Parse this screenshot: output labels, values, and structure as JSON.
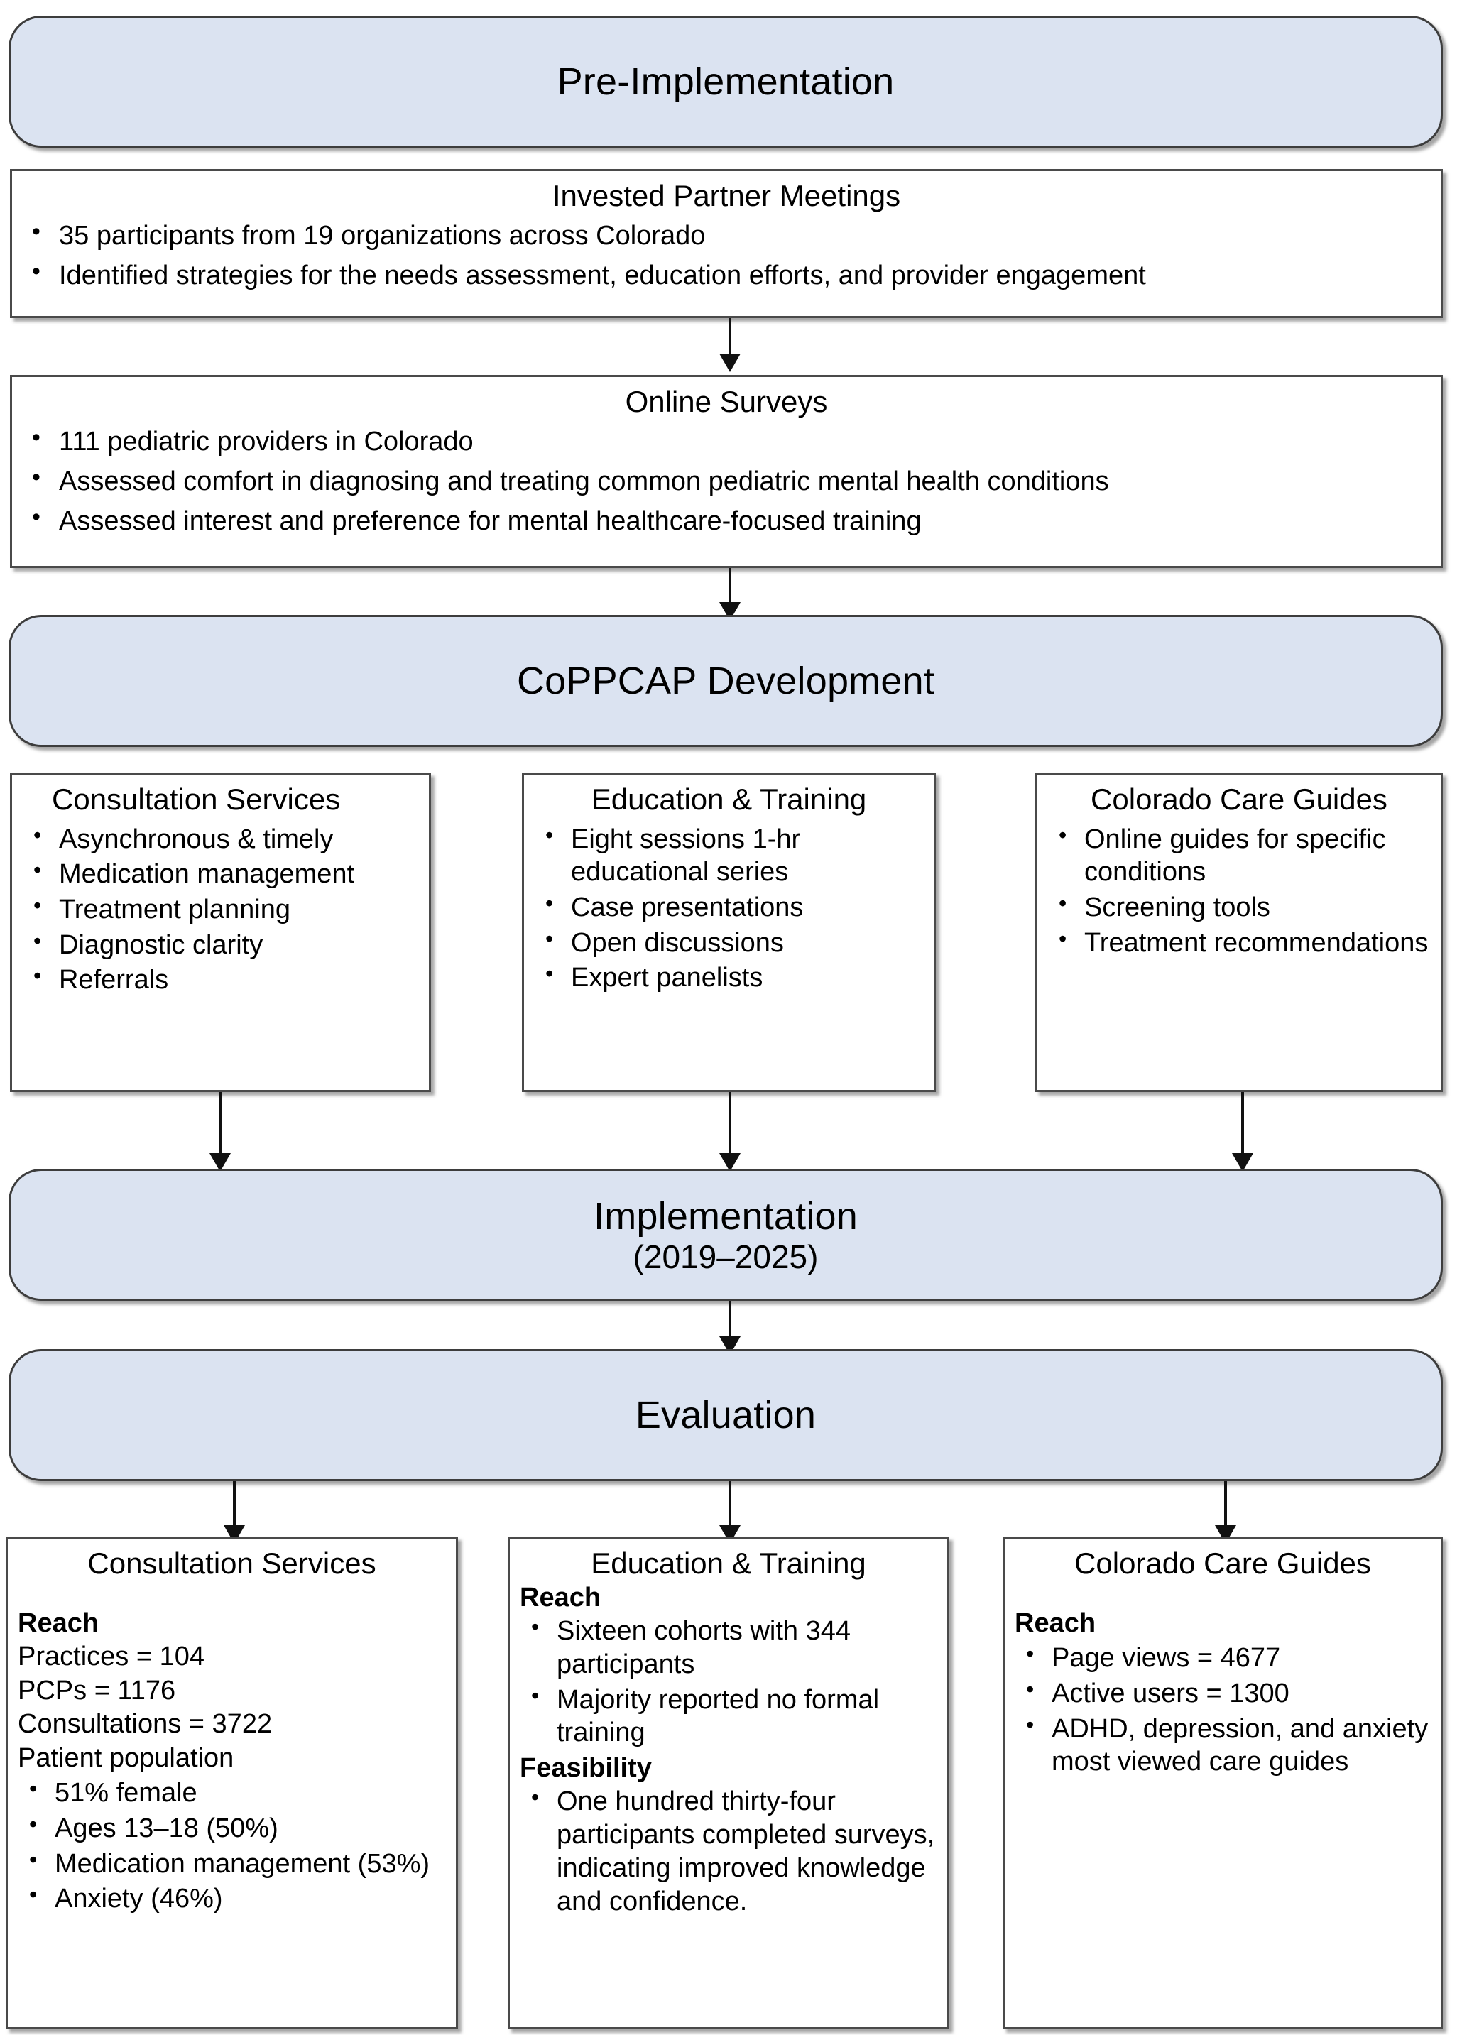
{
  "diagram": {
    "title": "CoPPCAP program flow: Pre-Implementation, Development, Implementation and Evaluation",
    "accent_band_fill": "#dbe3f1",
    "band_border": "#3d3d3d",
    "card_border": "#4a4a4a",
    "arrow_color": "#111111"
  },
  "stages": {
    "pre_implementation": {
      "label": "Pre-Implementation"
    },
    "development": {
      "label": "CoPPCAP Development"
    },
    "implementation": {
      "label": "Implementation",
      "sublabel": "(2019–2025)"
    },
    "evaluation": {
      "label": "Evaluation"
    }
  },
  "pre_cards": [
    {
      "title": "Invested Partner Meetings",
      "bullets": [
        "35 participants from 19 organizations across Colorado",
        "Identified strategies for the needs assessment, education efforts, and provider engagement"
      ]
    },
    {
      "title": "Online Surveys",
      "bullets": [
        "111 pediatric providers in Colorado",
        "Assessed comfort in diagnosing and treating common pediatric mental health conditions",
        "Assessed interest and preference for mental healthcare-focused training"
      ]
    }
  ],
  "components": [
    {
      "title": "Consultation Services",
      "bullets": [
        "Asynchronous & timely",
        "Medication management",
        "Treatment planning",
        "Diagnostic clarity",
        "Referrals"
      ]
    },
    {
      "title": "Education & Training",
      "bullets": [
        "Eight sessions 1-hr educational series",
        "Case presentations",
        "Open discussions",
        "Expert panelists"
      ]
    },
    {
      "title": "Colorado Care Guides",
      "bullets": [
        "Online guides for specific conditions",
        "Screening tools",
        "Treatment recommendations"
      ]
    }
  ],
  "outcomes": {
    "consultation": {
      "title": "Consultation Services",
      "reach_heading": "Reach",
      "lines": [
        "Practices = 104",
        "PCPs = 1176",
        "Consultations = 3722",
        "Patient population"
      ],
      "bullets": [
        "51% female",
        "Ages 13–18 (50%)",
        "Medication management (53%)",
        "Anxiety (46%)"
      ]
    },
    "education": {
      "title": "Education & Training",
      "reach_heading": "Reach",
      "reach_bullets": [
        "Sixteen cohorts with 344 participants",
        "Majority reported no formal training"
      ],
      "feasibility_heading": "Feasibility",
      "feasibility_bullets": [
        "One hundred thirty-four participants completed surveys, indicating improved knowledge and confidence."
      ]
    },
    "care_guides": {
      "title": "Colorado Care Guides",
      "reach_heading": "Reach",
      "bullets": [
        "Page views = 4677",
        "Active users = 1300",
        "ADHD, depression, and anxiety most viewed care guides"
      ]
    }
  }
}
